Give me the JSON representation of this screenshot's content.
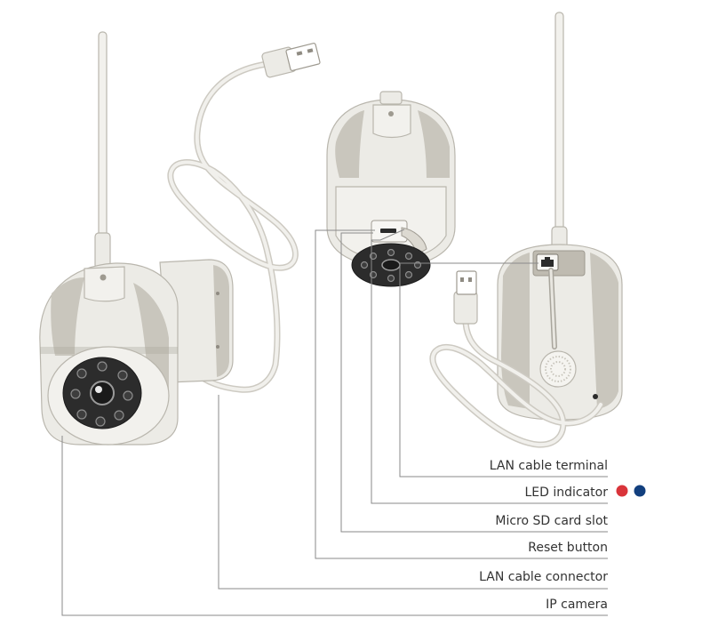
{
  "callouts": {
    "lan_terminal": "LAN cable terminal",
    "led_indicator": "LED indicator",
    "micro_sd": "Micro SD card slot",
    "reset": "Reset button",
    "lan_connector": "LAN cable connector",
    "ip_camera": "IP camera"
  },
  "colors": {
    "led_red": "#d9343a",
    "led_blue": "#123f7e",
    "leader": "#8a8a8a",
    "camera_body": "#ecebe6"
  }
}
